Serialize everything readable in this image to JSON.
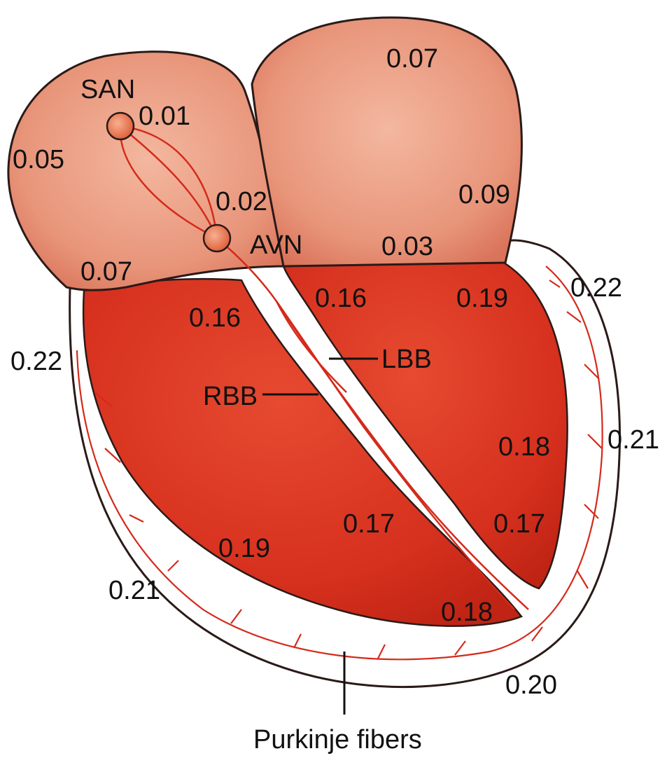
{
  "nodes": {
    "san": "SAN",
    "avn": "AVN"
  },
  "bundles": {
    "lbb": "LBB",
    "rbb": "RBB"
  },
  "caption": "Purkinje fibers",
  "timings": {
    "san": "0.01",
    "right_atrium_wall": "0.05",
    "internodal": "0.02",
    "right_atrium_base": "0.07",
    "left_atrium_top": "0.07",
    "left_atrium_side": "0.09",
    "left_atrium_base": "0.03",
    "septum_right": "0.16",
    "septum_left": "0.16",
    "left_ventricle_top": "0.19",
    "epicardium_left_upper": "0.22",
    "epicardium_right_upper": "0.22",
    "epicardium_right_mid": "0.21",
    "left_ventricle_mid": "0.18",
    "left_ventricle_low": "0.17",
    "right_ventricle_mid": "0.17",
    "right_ventricle_low": "0.19",
    "epicardium_left_lower": "0.21",
    "right_ventricle_apex": "0.18",
    "epicardium_apex": "0.20"
  },
  "colors": {
    "atria": "#e8957a",
    "ventricles": "#d6301e",
    "conduction": "#d42a1a",
    "outline": "#2a1a18"
  }
}
